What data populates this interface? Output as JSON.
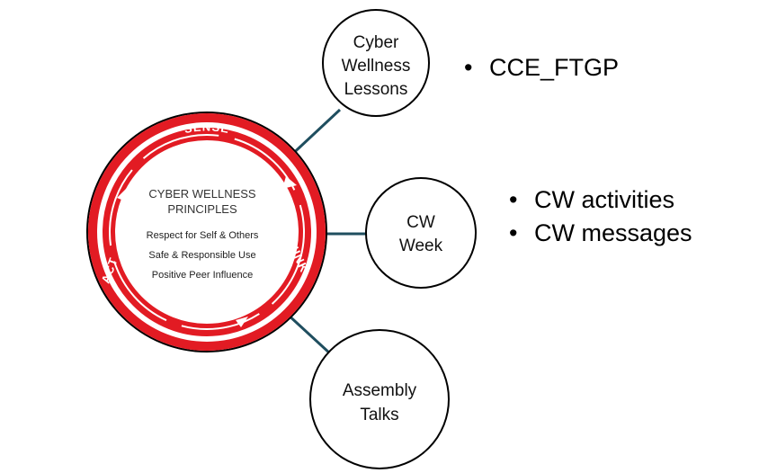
{
  "center": {
    "ring_labels": {
      "top": "SENSE",
      "right": "THINK",
      "left": "ACT"
    },
    "title_line1": "CYBER WELLNESS",
    "title_line2": "PRINCIPLES",
    "principles": [
      "Respect for Self & Others",
      "Safe & Responsible Use",
      "Positive Peer Influence"
    ]
  },
  "nodes": [
    {
      "label_lines": [
        "Cyber",
        "Wellness",
        "Lessons"
      ],
      "bullets": [
        "CCE_FTGP"
      ]
    },
    {
      "label_lines": [
        "CW",
        "Week"
      ],
      "bullets": [
        "CW activities",
        "CW messages"
      ]
    },
    {
      "label_lines": [
        "Assembly",
        "Talks"
      ],
      "bullets": []
    }
  ],
  "colors": {
    "ring_red": "#e21b23",
    "connector": "#1f4e5f",
    "node_stroke": "#000000"
  }
}
